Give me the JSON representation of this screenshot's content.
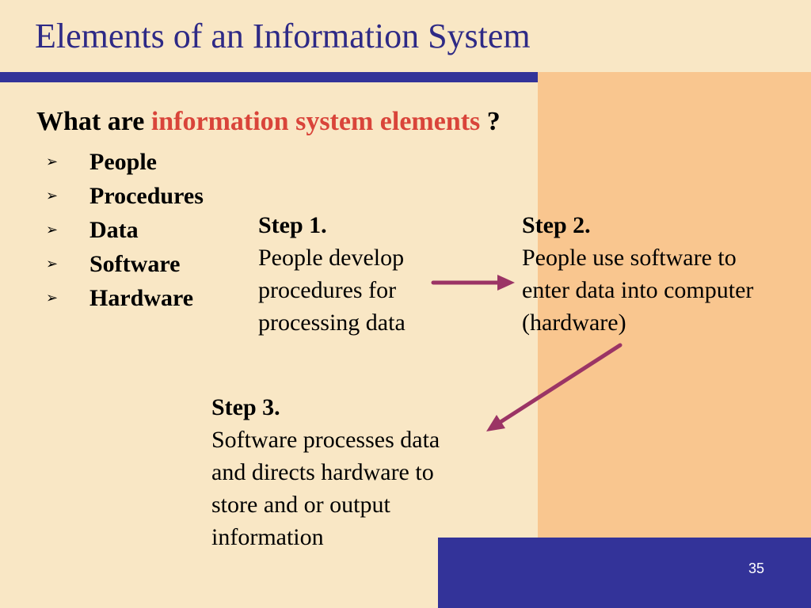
{
  "slide": {
    "title": "Elements of an Information System",
    "question": {
      "prefix": "What are ",
      "highlight": "information system elements",
      "suffix": " ?"
    },
    "bullets": [
      {
        "label": "People"
      },
      {
        "label": "Procedures"
      },
      {
        "label": "Data"
      },
      {
        "label": "Software"
      },
      {
        "label": "Hardware"
      }
    ],
    "steps": [
      {
        "heading": "Step 1.",
        "lines": [
          "People develop",
          "procedures for",
          "processing data"
        ]
      },
      {
        "heading": "Step 2.",
        "lines": [
          "People use software to",
          "enter data into computer",
          "(hardware)"
        ]
      },
      {
        "heading": "Step 3.",
        "lines": [
          "Software processes data",
          "and directs hardware to",
          "store and or output",
          "information"
        ]
      }
    ],
    "page_number": "35"
  },
  "colors": {
    "background": "#f9e7c5",
    "accent_panel": "#f9c68f",
    "brand_blue": "#333399",
    "title_text": "#2e2a86",
    "highlight_text": "#d9443a",
    "arrow": "#9b3465"
  },
  "icons": {
    "bullet": "arrowhead-bullet-icon",
    "connector": "arrow-icon"
  }
}
